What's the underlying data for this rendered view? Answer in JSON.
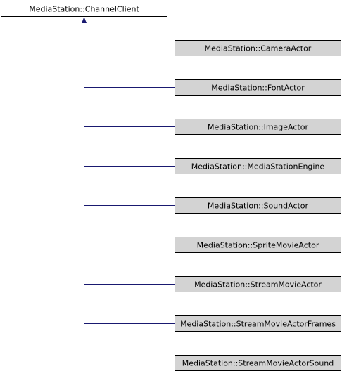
{
  "base_class": {
    "label": "MediaStation::ChannelClient"
  },
  "derived_classes": [
    {
      "label": "MediaStation::CameraActor"
    },
    {
      "label": "MediaStation::FontActor"
    },
    {
      "label": "MediaStation::ImageActor"
    },
    {
      "label": "MediaStation::MediaStationEngine"
    },
    {
      "label": "MediaStation::SoundActor"
    },
    {
      "label": "MediaStation::SpriteMovieActor"
    },
    {
      "label": "MediaStation::StreamMovieActor"
    },
    {
      "label": "MediaStation::StreamMovieActorFrames"
    },
    {
      "label": "MediaStation::StreamMovieActorSound"
    }
  ],
  "colors": {
    "edge": "#191970",
    "base_fill": "#ffffff",
    "derived_fill": "#d3d3d3",
    "node_border": "#000000"
  }
}
